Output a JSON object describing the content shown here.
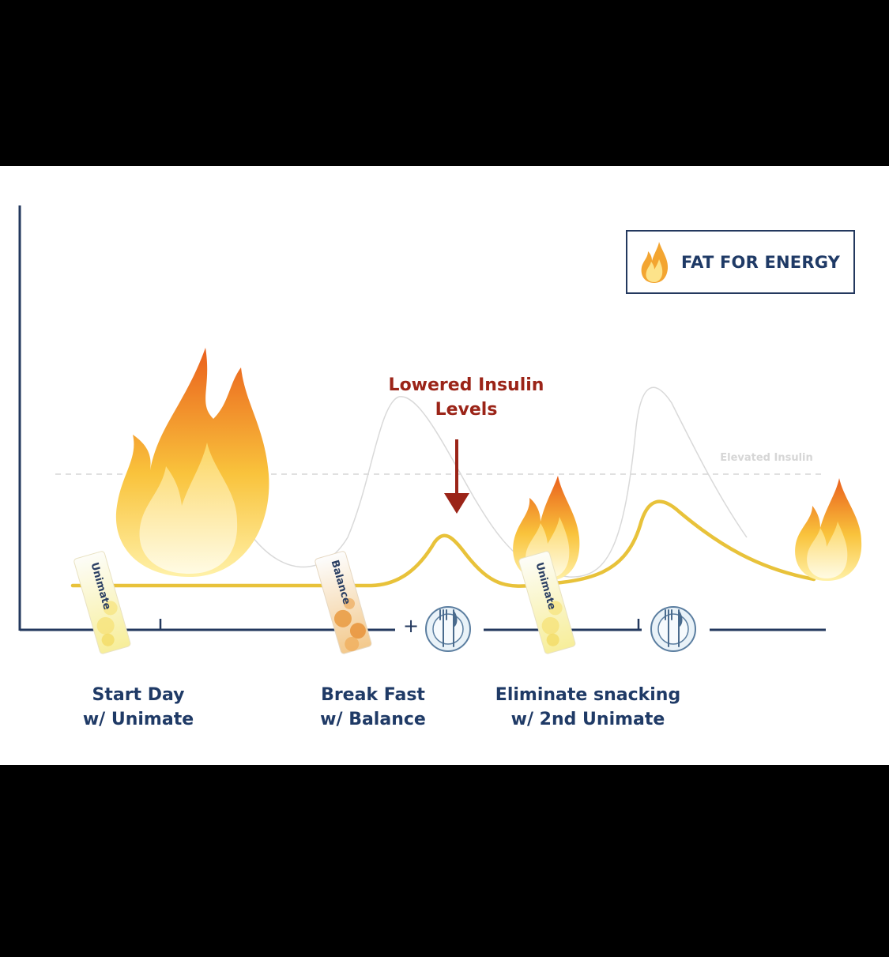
{
  "legend": {
    "label": "FAT FOR ENERGY",
    "icon": "flame-icon"
  },
  "annotation": {
    "line1": "Lowered Insulin",
    "line2": "Levels"
  },
  "reference_line": {
    "label": "Elevated Insulin"
  },
  "steps": [
    {
      "line1": "Start Day",
      "line2": "w/ Unimate"
    },
    {
      "line1": "Break Fast",
      "line2": "w/ Balance"
    },
    {
      "line1": "Eliminate snacking",
      "line2": "w/ 2nd Unimate"
    }
  ],
  "products": [
    {
      "name": "Unimate"
    },
    {
      "name": "Balance"
    },
    {
      "name": "Unimate"
    }
  ],
  "timeline": {
    "plus_sign": "+"
  },
  "colors": {
    "navy": "#1f3a66",
    "annotation_red": "#9b2418",
    "insulin_curve": "#e8c23a",
    "reference_gray": "#d6d6d6",
    "flame_orange": "#f07c22",
    "flame_yellow": "#fbd548"
  }
}
